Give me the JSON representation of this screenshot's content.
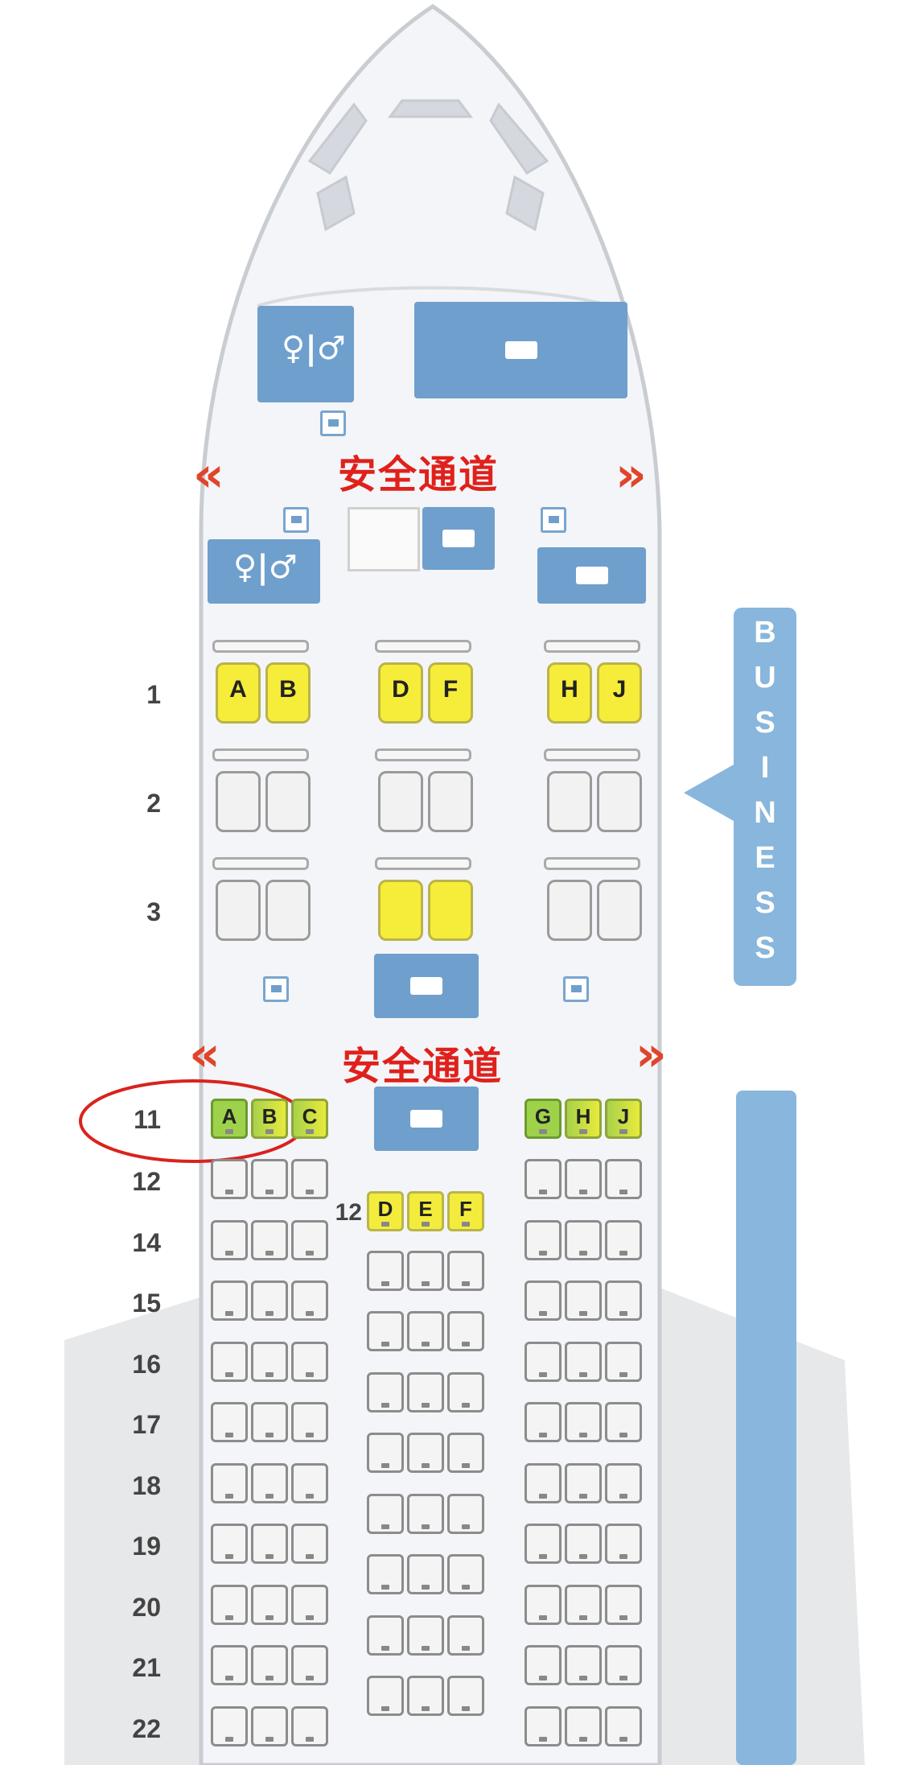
{
  "exit_labels": [
    {
      "text": "安全通道",
      "left_chevron": "«",
      "right_chevron": "»"
    },
    {
      "text": "安全通道",
      "left_chevron": "«",
      "right_chevron": "»"
    }
  ],
  "cabin_label": {
    "letters": [
      "B",
      "U",
      "S",
      "I",
      "N",
      "E",
      "S",
      "S"
    ]
  },
  "business": {
    "rows": [
      {
        "num": "1",
        "seats": [
          {
            "label": "A",
            "group": "left",
            "color": "yellow"
          },
          {
            "label": "B",
            "group": "left",
            "color": "yellow"
          },
          {
            "label": "D",
            "group": "center",
            "color": "yellow"
          },
          {
            "label": "F",
            "group": "center",
            "color": "yellow"
          },
          {
            "label": "H",
            "group": "right",
            "color": "yellow"
          },
          {
            "label": "J",
            "group": "right",
            "color": "yellow"
          }
        ]
      },
      {
        "num": "2",
        "seats": [
          {
            "label": "",
            "group": "left",
            "color": "plain"
          },
          {
            "label": "",
            "group": "left",
            "color": "plain"
          },
          {
            "label": "",
            "group": "center",
            "color": "plain"
          },
          {
            "label": "",
            "group": "center",
            "color": "plain"
          },
          {
            "label": "",
            "group": "right",
            "color": "plain"
          },
          {
            "label": "",
            "group": "right",
            "color": "plain"
          }
        ]
      },
      {
        "num": "3",
        "seats": [
          {
            "label": "",
            "group": "left",
            "color": "plain"
          },
          {
            "label": "",
            "group": "left",
            "color": "plain"
          },
          {
            "label": "",
            "group": "center",
            "color": "yellow"
          },
          {
            "label": "",
            "group": "center",
            "color": "yellow"
          },
          {
            "label": "",
            "group": "right",
            "color": "plain"
          },
          {
            "label": "",
            "group": "right",
            "color": "plain"
          }
        ]
      }
    ]
  },
  "economy": {
    "first_row": {
      "num": "11",
      "left": [
        {
          "label": "A",
          "color": "green"
        },
        {
          "label": "B",
          "color": "yellow-green"
        },
        {
          "label": "C",
          "color": "yellow-green"
        }
      ],
      "right": [
        {
          "label": "G",
          "color": "green"
        },
        {
          "label": "H",
          "color": "yellow-green"
        },
        {
          "label": "J",
          "color": "yellow-green"
        }
      ]
    },
    "center_first": {
      "num": "12",
      "seats": [
        {
          "label": "D",
          "color": "yellow"
        },
        {
          "label": "E",
          "color": "yellow"
        },
        {
          "label": "F",
          "color": "yellow"
        }
      ]
    },
    "rows": [
      "12",
      "14",
      "15",
      "16",
      "17",
      "18",
      "19",
      "20",
      "21",
      "22"
    ]
  },
  "highlight": {
    "target": "row-11-seat-A",
    "color": "#d9231d"
  },
  "colors": {
    "fuselage": "#f3f5f8",
    "fuselage_edge": "#c9ccd1",
    "accent": "#6f9fcc",
    "exit": "#e0211b"
  }
}
